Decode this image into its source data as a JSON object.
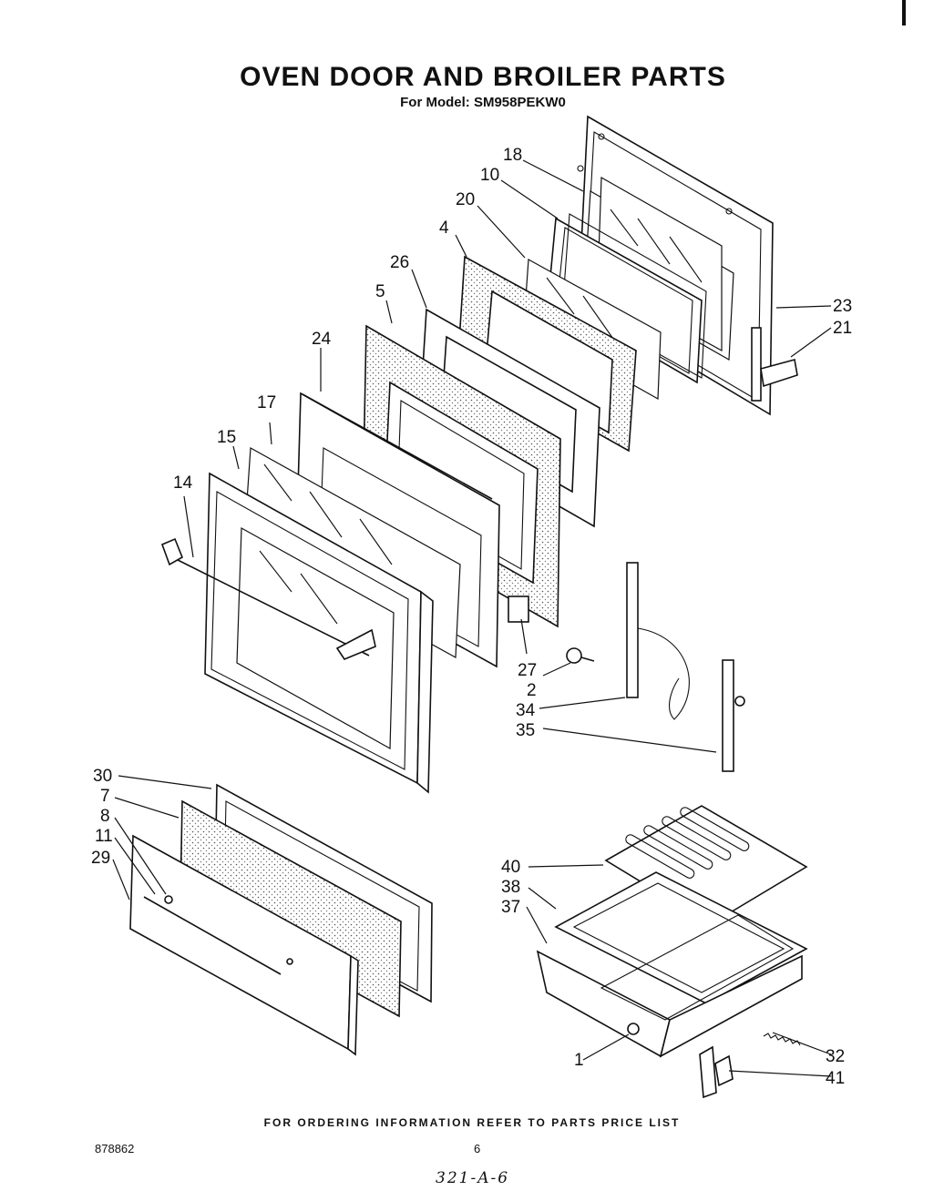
{
  "title": "OVEN DOOR AND BROILER PARTS",
  "subtitle": "For Model: SM958PEKW0",
  "footer": {
    "ordering_note": "FOR ORDERING INFORMATION REFER TO PARTS PRICE LIST",
    "doc_number": "878862",
    "page_number": "6",
    "handwritten_note": "321-A-6"
  },
  "part_labels": [
    "18",
    "10",
    "20",
    "4",
    "26",
    "5",
    "24",
    "17",
    "15",
    "14",
    "23",
    "21",
    "27",
    "2",
    "34",
    "35",
    "30",
    "7",
    "8",
    "11",
    "29",
    "40",
    "38",
    "37",
    "1",
    "32",
    "41"
  ]
}
